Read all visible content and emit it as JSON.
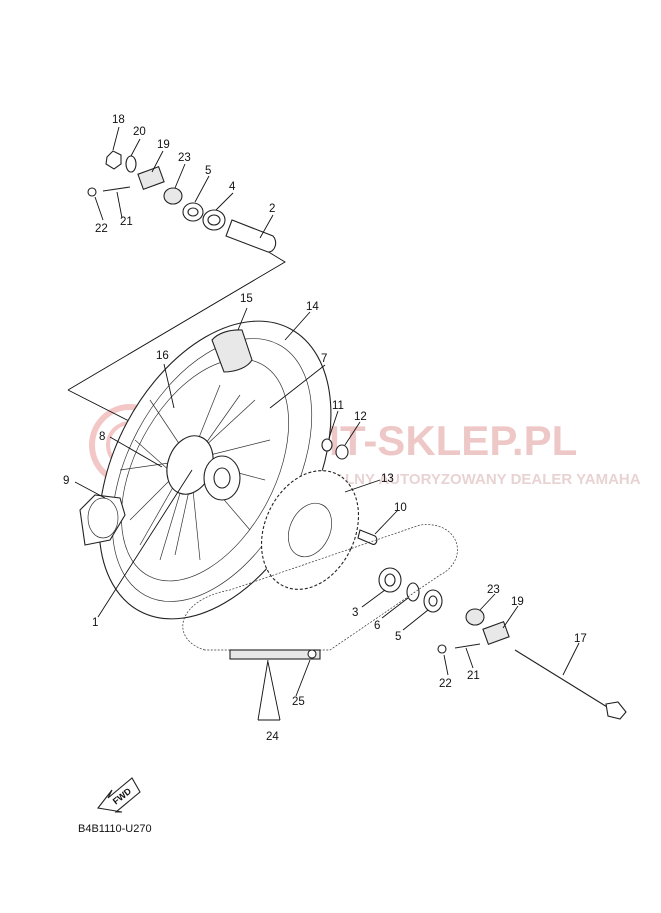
{
  "labels": {
    "l1": "1",
    "l2": "2",
    "l3": "3",
    "l4": "4",
    "l5a": "5",
    "l5b": "5",
    "l6": "6",
    "l7": "7",
    "l8": "8",
    "l9": "9",
    "l10": "10",
    "l11": "11",
    "l12": "12",
    "l13": "13",
    "l14": "14",
    "l15": "15",
    "l16": "16",
    "l17": "17",
    "l18": "18",
    "l19a": "19",
    "l19b": "19",
    "l20": "20",
    "l21a": "21",
    "l21b": "21",
    "l22a": "22",
    "l22b": "22",
    "l23a": "23",
    "l23b": "23",
    "l24": "24",
    "l25": "25"
  },
  "fwd": "FWD",
  "diagram_code": "B4B1110-U270",
  "watermark": {
    "brand": "MT-SKLEP.PL",
    "tagline": "OFICJALNY AUTORYZOWANY DEALER YAMAHA",
    "color": "#e8a0a0"
  }
}
